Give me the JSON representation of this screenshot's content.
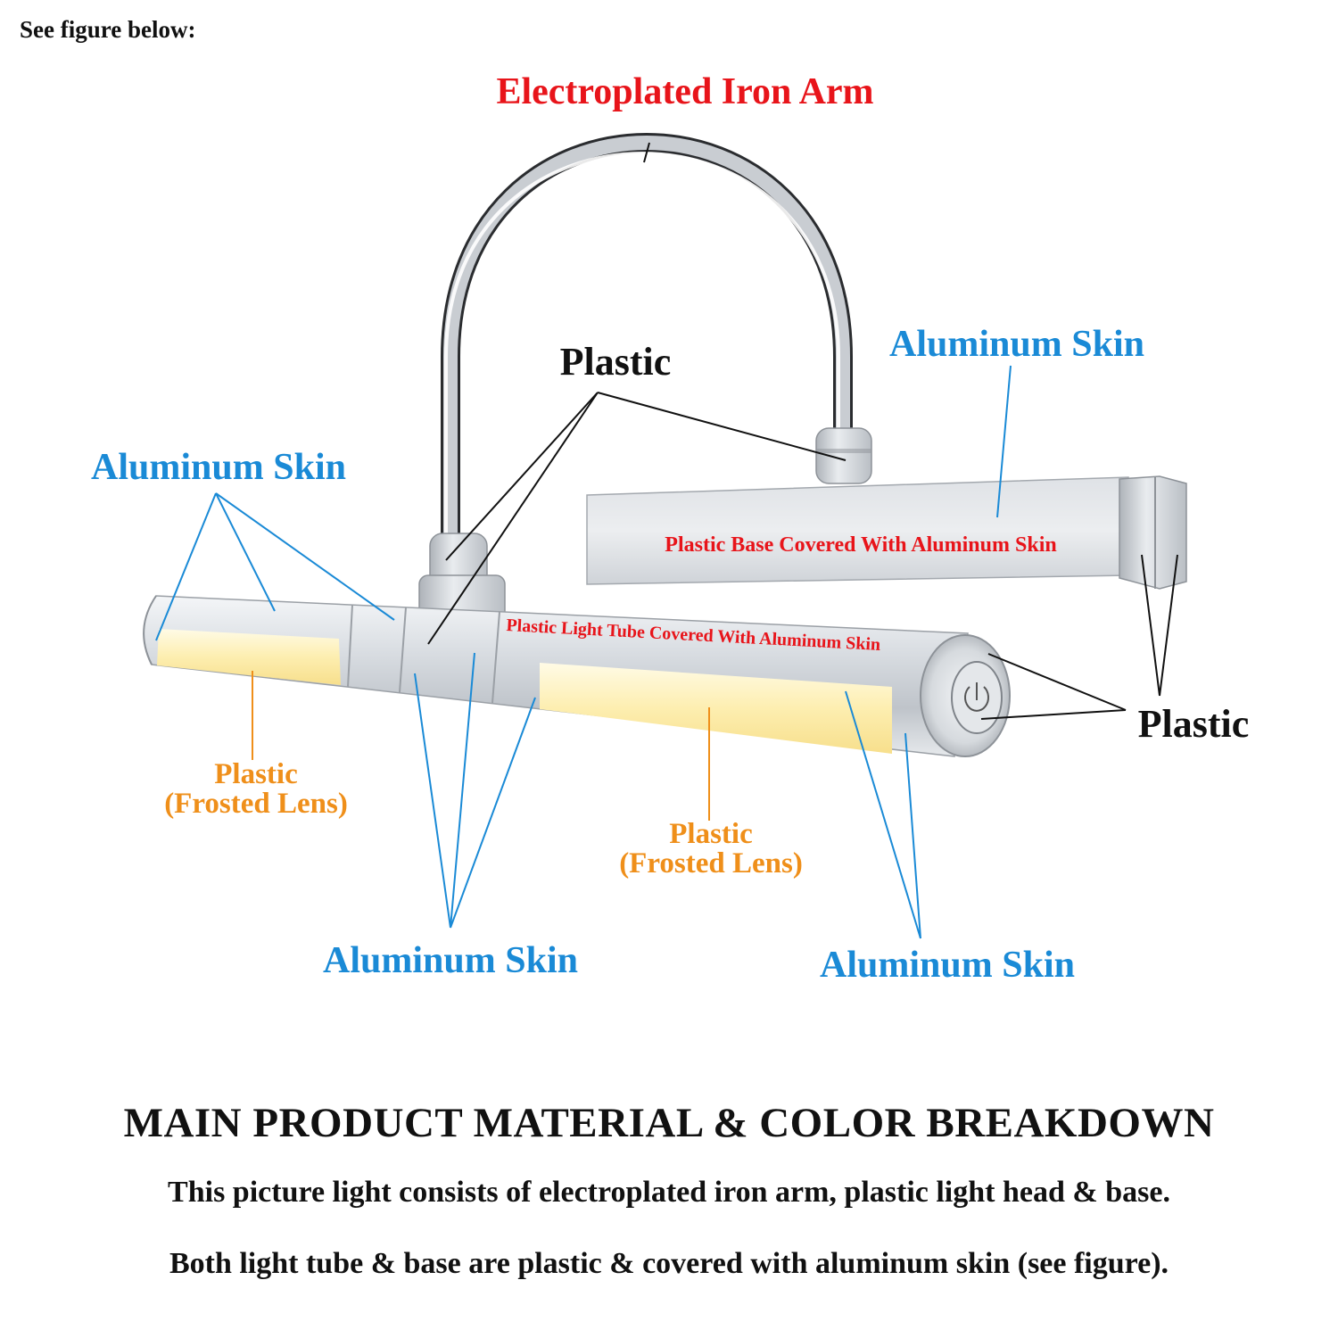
{
  "intro": "See figure below:",
  "colors": {
    "red": "#e8141a",
    "blue": "#1a8ad6",
    "orange": "#ef8f1a",
    "black": "#111111"
  },
  "labels": {
    "iron_arm": "Electroplated Iron Arm",
    "plastic_top": "Plastic",
    "aluminum_top_right": "Aluminum Skin",
    "aluminum_left": "Aluminum Skin",
    "base_text": "Plastic Base Covered With Aluminum Skin",
    "tube_text": "Plastic Light Tube Covered With Aluminum Skin",
    "plastic_right": "Plastic",
    "lens_left_line1": "Plastic",
    "lens_left_line2": "(Frosted Lens)",
    "lens_mid_line1": "Plastic",
    "lens_mid_line2": "(Frosted Lens)",
    "aluminum_bottom_mid": "Aluminum Skin",
    "aluminum_bottom_right": "Aluminum Skin"
  },
  "heading": "MAIN PRODUCT MATERIAL & COLOR BREAKDOWN",
  "description_1": "This picture light consists of electroplated iron arm, plastic light head & base.",
  "description_2": "Both light tube & base are plastic & covered with aluminum skin (see figure)."
}
